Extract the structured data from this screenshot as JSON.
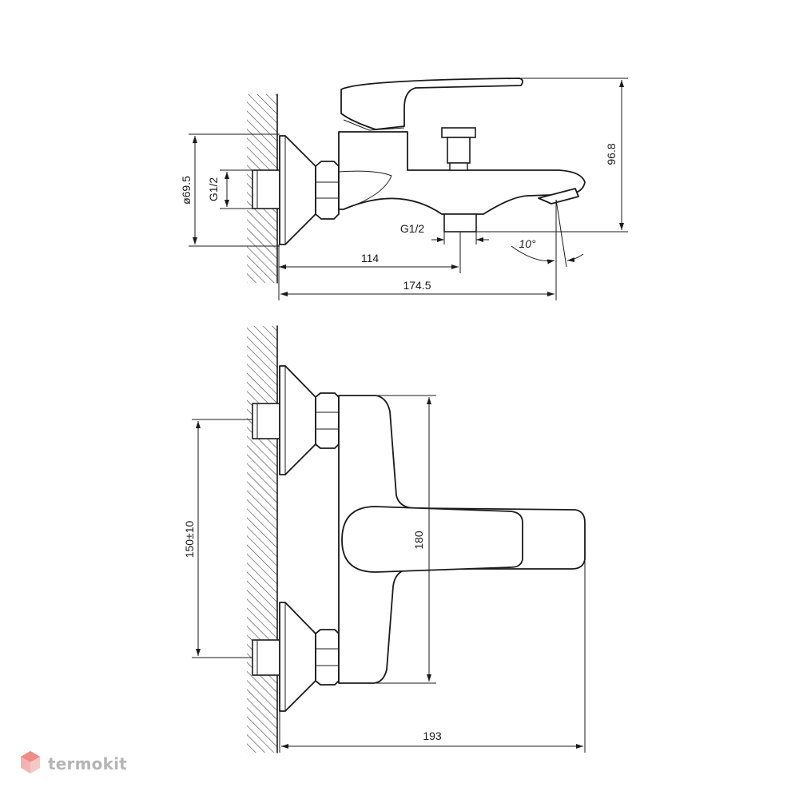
{
  "drawing": {
    "side_view": {
      "dimensions": {
        "flange_diameter": "ø69.5",
        "inlet_thread": "G1/2",
        "outlet_thread": "G1/2",
        "height": "96.8",
        "outlet_offset": "114",
        "total_depth": "174.5",
        "spout_angle": "10°"
      }
    },
    "top_view": {
      "dimensions": {
        "inlet_spacing": "150±10",
        "body_length": "180",
        "total_projection": "193"
      }
    }
  },
  "brand": {
    "name": "termokit",
    "accent": "#e8483f",
    "icon": "hexagon-cube-icon"
  }
}
